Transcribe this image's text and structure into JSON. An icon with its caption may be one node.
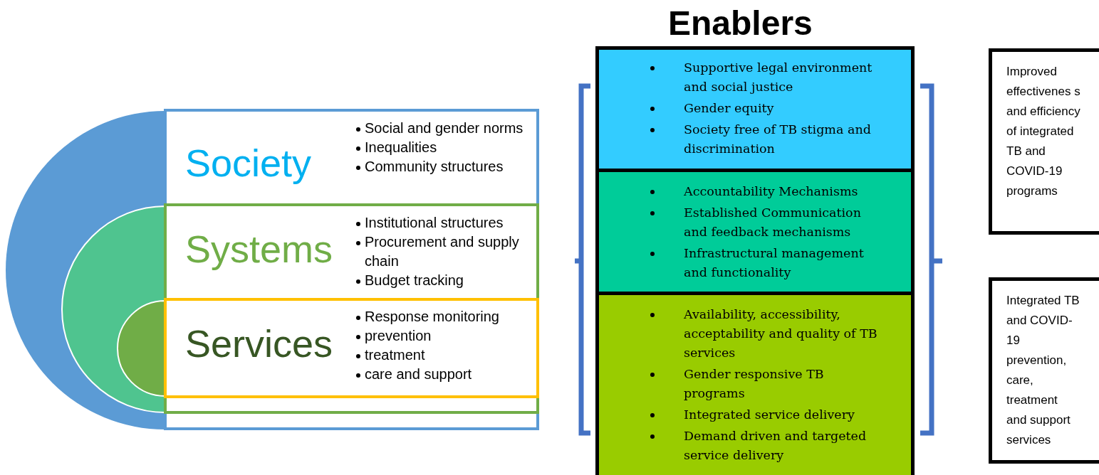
{
  "diagram": {
    "title": "Enablers",
    "nodes": [
      {
        "text": [
          "Society",
          "Social and gender norms",
          "Inequalities",
          "Community structures"
        ]
      },
      {
        "text": [
          "Systems",
          "Institutional structures",
          "Procurement and supply chain",
          "Budget tracking"
        ],
        "in": 0
      },
      {
        "text": [
          "Services",
          "Response monitoring",
          "prevention",
          "treatment",
          "care and support"
        ],
        "in": 1
      },
      {
        "text": [
          "Supportive legal environment and social justice",
          "Gender equity",
          "Society free of TB stigma and discrimination"
        ]
      },
      {
        "text": [
          "Accountability Mechanisms",
          "Established Communication and feedback mechanisms",
          "Infrastructural management and functionality"
        ]
      },
      {
        "text": [
          "Availability, accessibility, acceptability and quality of TB services",
          "Gender responsive TB programs",
          "Integrated service delivery",
          "Demand driven and targeted service delivery"
        ]
      },
      {
        "text": [
          "Improved effectivenes s and efficiency of integrated TB and COVID-19 programs"
        ]
      },
      {
        "text": [
          "Integrated TB and COVID-19 prevention, care, treatment and support services"
        ]
      }
    ]
  }
}
